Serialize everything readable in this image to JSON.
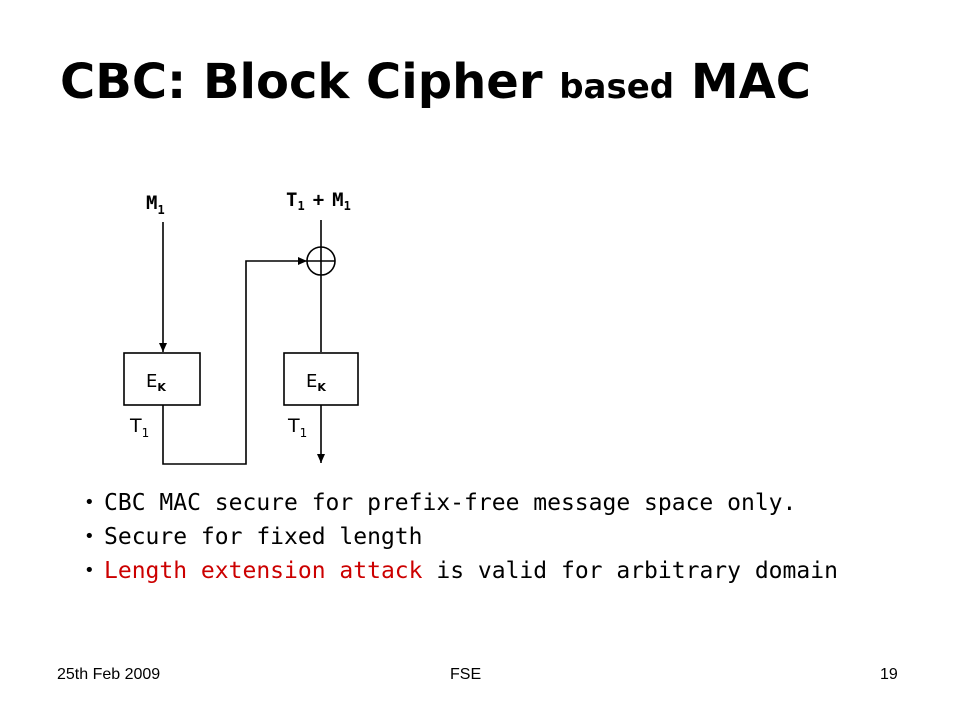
{
  "title": {
    "main": "CBC: Block Cipher",
    "small": "based",
    "end": "MAC"
  },
  "diagram": {
    "input_left": {
      "main": "M",
      "sub": "1"
    },
    "input_right": {
      "t": "T",
      "t_sub": "1",
      "op": "+",
      "m": "M",
      "m_sub": "1"
    },
    "block_left": {
      "main": "E",
      "sub": "K"
    },
    "block_right": {
      "main": "E",
      "sub": "K"
    },
    "output_left": {
      "main": "T",
      "sub": "1"
    },
    "output_right": {
      "main": "T",
      "sub": "1"
    }
  },
  "bullets": [
    {
      "text": "CBC MAC secure for prefix-free message space only."
    },
    {
      "text": "Secure for fixed length"
    },
    {
      "red": "Length extension attack",
      "rest": " is valid for arbitrary domain"
    }
  ],
  "colors": {
    "accent_red": "#cc0000"
  },
  "footer": {
    "date": "25th Feb 2009",
    "venue": "FSE",
    "page": "19"
  }
}
